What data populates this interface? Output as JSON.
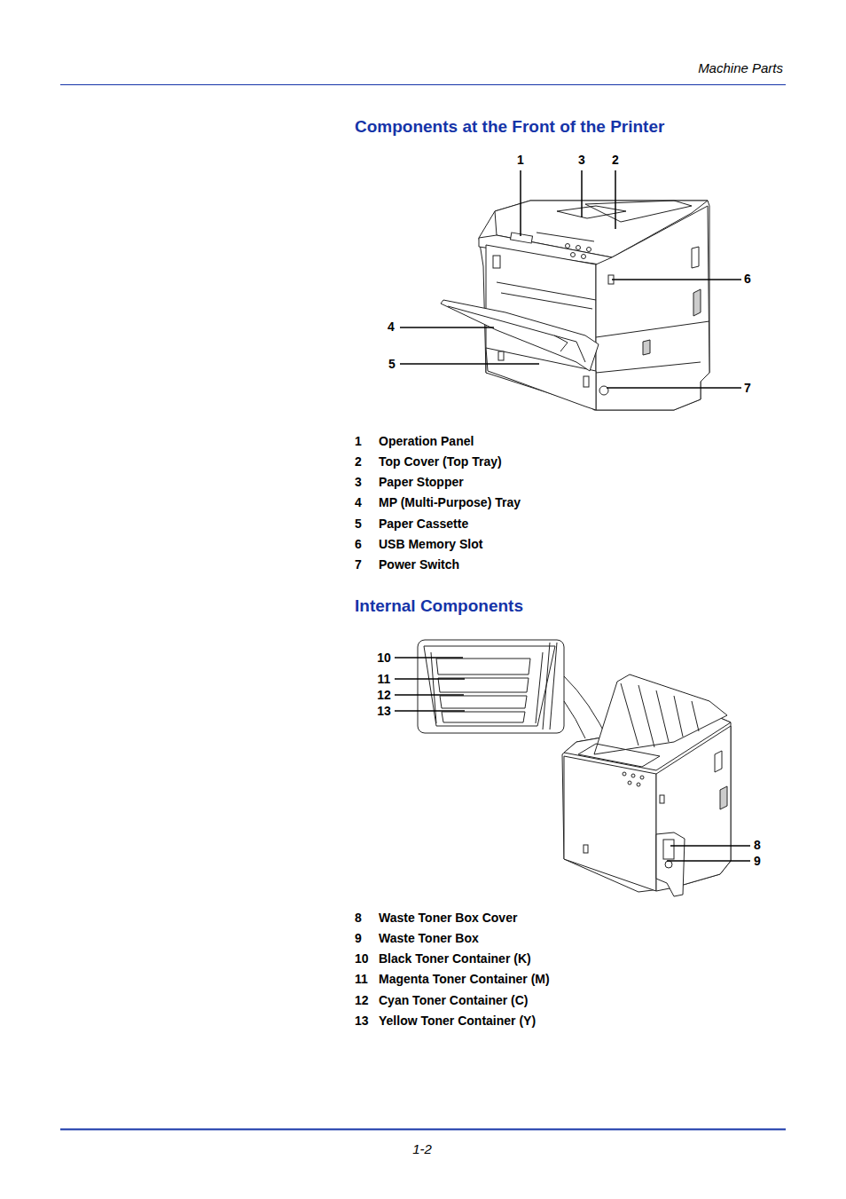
{
  "diagram": {
    "title": "Components at the Front of the Printer",
    "labels": [
      "Machine Parts",
      "1",
      "3",
      "2",
      "4",
      "5",
      "6",
      "7",
      "1",
      "Operation Panel",
      "2",
      "Top Cover (Top Tray)",
      "3",
      "Paper Stopper",
      "4",
      "MP (Multi-Purpose) Tray",
      "5",
      "Paper Cassette",
      "6",
      "USB Memory Slot",
      "7",
      "Power Switch",
      "Internal Components",
      "10",
      "11",
      "12",
      "13",
      "8",
      "9",
      "8",
      "Waste Toner Box Cover",
      "9",
      "Waste Toner Box",
      "10",
      "Black Toner Container (K)",
      "11",
      "Magenta Toner Container (M)",
      "12",
      "Cyan Toner Container (C)",
      "13",
      "Yellow Toner Container (Y)",
      "1-2"
    ]
  }
}
